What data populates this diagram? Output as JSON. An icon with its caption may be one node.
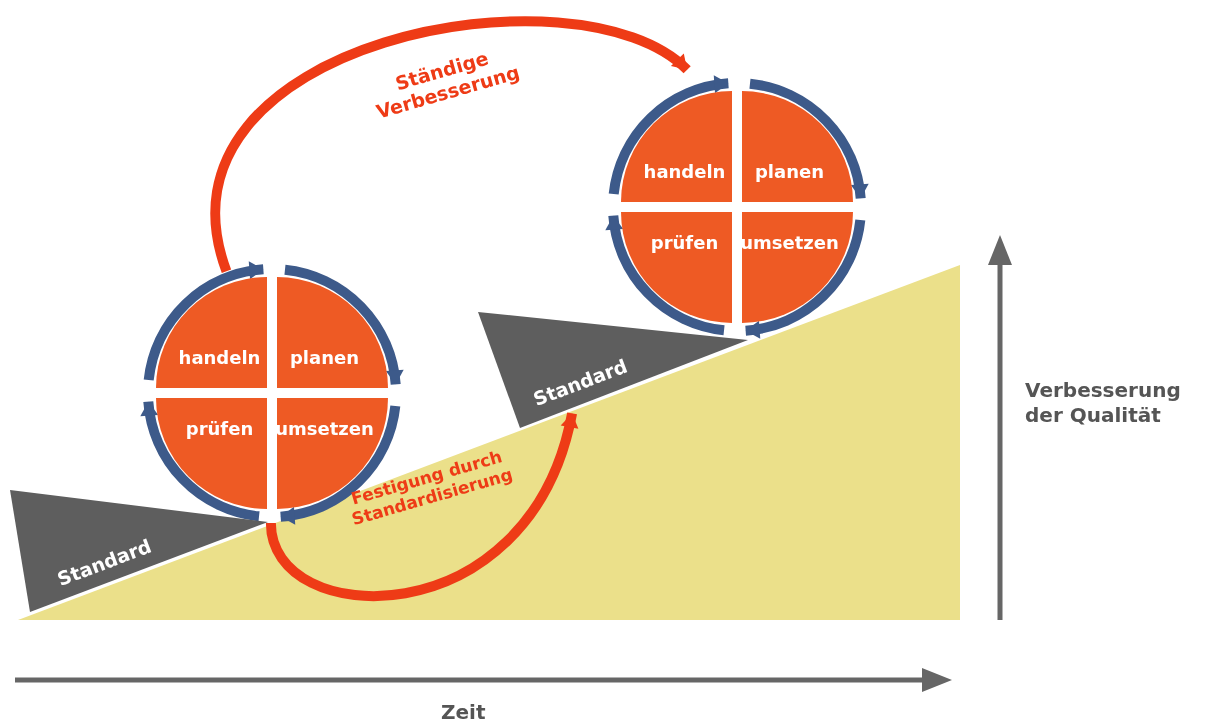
{
  "diagram": {
    "nodes": [
      {
        "text": [],
        "shape": "circle"
      },
      {
        "text": [
          "handeln"
        ],
        "in": 0
      },
      {
        "text": [
          "planen"
        ],
        "in": 0
      },
      {
        "text": [
          "prüfen"
        ],
        "in": 0
      },
      {
        "text": [
          "umsetzen"
        ],
        "in": 0
      },
      {
        "text": [],
        "shape": "circle"
      },
      {
        "text": [
          "handeln"
        ],
        "in": 5
      },
      {
        "text": [
          "planen"
        ],
        "in": 5
      },
      {
        "text": [
          "prüfen"
        ],
        "in": 5
      },
      {
        "text": [
          "umsetzen"
        ],
        "in": 5
      },
      {
        "text": [
          "Standard"
        ]
      },
      {
        "text": [
          "Standard"
        ]
      }
    ],
    "edges": [
      {
        "from": 0,
        "to": 5,
        "arrow": "to",
        "label": "Ständige Verbesserung",
        "color": "#ee3b16"
      },
      {
        "from": 0,
        "to": 11,
        "arrow": "to",
        "label": "Festigung durch Standardisierung",
        "color": "#ee3b16"
      },
      {
        "from": 1,
        "to": 2,
        "arrow": "to"
      },
      {
        "from": 2,
        "to": 4,
        "arrow": "to"
      },
      {
        "from": 4,
        "to": 3,
        "arrow": "to"
      },
      {
        "from": 3,
        "to": 1,
        "arrow": "to"
      },
      {
        "from": 6,
        "to": 7,
        "arrow": "to"
      },
      {
        "from": 7,
        "to": 9,
        "arrow": "to"
      },
      {
        "from": 9,
        "to": 8,
        "arrow": "to"
      },
      {
        "from": 8,
        "to": 6,
        "arrow": "to"
      }
    ],
    "labels": [
      "Verbesserung der Qualität",
      "Zeit"
    ]
  }
}
